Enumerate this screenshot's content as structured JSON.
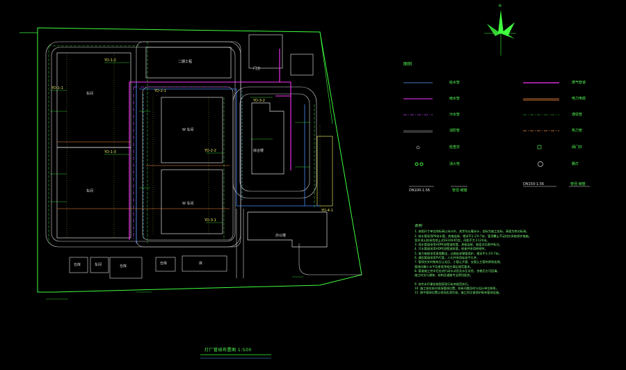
{
  "drawing": {
    "title": "灯厂管线布置图 1:500",
    "buildings": [
      {
        "key": "workshop_a",
        "label": "车间"
      },
      {
        "key": "workshop_b",
        "label": "车间"
      },
      {
        "key": "block_2",
        "label": "二期工程"
      },
      {
        "key": "block_3",
        "label": "W 车间"
      },
      {
        "key": "block_4",
        "label": "W 车间"
      },
      {
        "key": "block_5",
        "label": "综合楼"
      },
      {
        "key": "block_6",
        "label": "办公楼"
      },
      {
        "key": "block_7",
        "label": "门卫"
      }
    ],
    "sheds": [
      "仓库",
      "车间",
      "仓库",
      "仓库",
      "库"
    ],
    "grid_labels": [
      "YD-1-1",
      "YD-1-2",
      "YD-1-3",
      "YD-2-1",
      "YD-2-2",
      "YD-3-1",
      "YD-3-2",
      "YD-4-1"
    ]
  },
  "legend": {
    "heading": "图例",
    "items": [
      {
        "label": "给水管",
        "color": "#5aa0ff",
        "style": "solid"
      },
      {
        "label": "雨水管",
        "color": "#ff33ff",
        "style": "solid"
      },
      {
        "label": "污水管",
        "color": "#c040ff",
        "style": "dashdot"
      },
      {
        "label": "消防管",
        "color": "#d0d0d0",
        "style": "double"
      },
      {
        "label": "燃气管道",
        "color": "#5aa0ff",
        "style": "dashdot"
      },
      {
        "label": "电力电缆",
        "color": "#40e040",
        "style": "dashdot"
      },
      {
        "label": "通信管",
        "color": "#40e0ff",
        "style": "dashdot"
      },
      {
        "label": "热力管",
        "color": "#ff9040",
        "style": "solid"
      },
      {
        "label": "检查井",
        "symbol": "circle"
      },
      {
        "label": "阀门井",
        "symbol": "square"
      },
      {
        "label": "消火栓",
        "symbol": "hydrant"
      },
      {
        "label": "路灯",
        "symbol": "lamp"
      }
    ],
    "samples": [
      {
        "code": "DN100-1.56",
        "note": "管径-坡度"
      },
      {
        "code": "DN150-1.56",
        "note": "管径-坡度"
      }
    ]
  },
  "notes": {
    "heading": "说明",
    "lines": [
      "1. 本图尺寸单位除标高以米计外，其余均以毫米计，坐标为施工坐标，高程为绝对标高。",
      "2. 给水管采用PE给水管，热熔连接，埋深不小于0.7米，管顶覆土不足时应采取保护措施。",
      "   室外消火栓采用地上式SS100/65型，间距不大于120米。",
      "3. 雨水管道采用HDPE双壁波纹管，承插连接，坡度详见图中标注。",
      "4. 污水管道采用HDPE双壁波纹管，检查井采用砖砌井。",
      "5. 电力电缆采用直埋敷设，过路处穿钢管保护，埋深不小于0.7米。",
      "6. 通信管道采用PVC管，人孔井采用标准手孔井。",
      "7. 管线交叉时按有压让无压、小管让大管、支管让主管的原则处理，",
      "   管线间最小水平及垂直净距应满足规范要求。",
      "8. 管道施工完毕后应进行闭水试验及水压试验，合格后方可回填。",
      "   施工时应与建筑、结构及道路专业密切配合。",
      "",
      "9. 其余未尽事宜按国家现行有关规范执行。",
      "10. 施工前应核对现场管线位置，如有问题及时与设计单位联系。",
      "11. 图中管线位置以现场实测为准，施工时注意保护既有管线设施。"
    ]
  },
  "compass": {
    "label": "N"
  }
}
